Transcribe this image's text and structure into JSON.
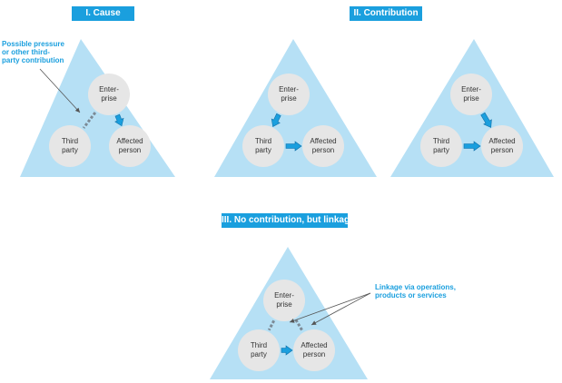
{
  "panels": [
    {
      "title": "I. Cause",
      "nodes": {
        "enterprise": [
          "Enter-",
          "prise"
        ],
        "third": [
          "Third",
          "party"
        ],
        "affected": [
          "Affected",
          "person"
        ]
      },
      "links": [
        "enterprise-to-affected",
        "third-to-enterprise-dotted"
      ]
    },
    {
      "title": "II. Contribution",
      "nodes": {
        "enterprise": [
          "Enter-",
          "prise"
        ],
        "third": [
          "Third",
          "party"
        ],
        "affected": [
          "Affected",
          "person"
        ]
      },
      "links": [
        "enterprise-to-third",
        "third-to-affected"
      ]
    },
    {
      "title": "",
      "nodes": {
        "enterprise": [
          "Enter-",
          "prise"
        ],
        "third": [
          "Third",
          "party"
        ],
        "affected": [
          "Affected",
          "person"
        ]
      },
      "links": [
        "enterprise-to-affected",
        "third-to-affected"
      ]
    },
    {
      "title": "III. No contribution, but linkage",
      "nodes": {
        "enterprise": [
          "Enter-",
          "prise"
        ],
        "third": [
          "Third",
          "party"
        ],
        "affected": [
          "Affected",
          "person"
        ]
      },
      "links": [
        "enterprise-third-dotted",
        "enterprise-affected-dotted",
        "third-to-affected"
      ]
    }
  ],
  "notes": {
    "pressure": [
      "Possible pressure",
      "or other third-",
      "party contribution"
    ],
    "linkage": [
      "Linkage via operations,",
      "products or services"
    ]
  },
  "colors": {
    "header_bg": "#1a9fde",
    "triangle_fill": "#b6e0f5",
    "node_fill": "#e6e6e6",
    "arrow_fill": "#1a9fde",
    "arrow_edge": "#0e6fa8",
    "dotted_link": "#7c8a96",
    "note_text": "#1a9fde",
    "pointer_line": "#555555"
  }
}
